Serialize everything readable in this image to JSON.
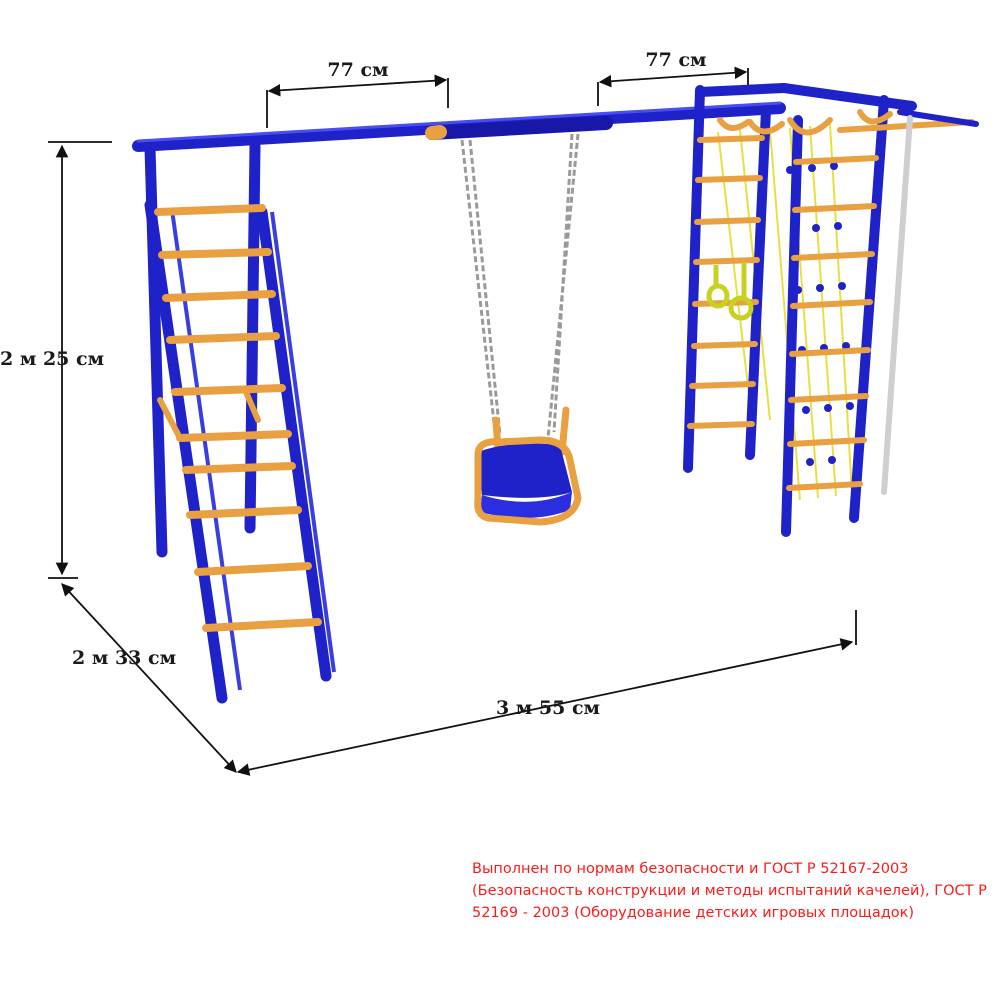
{
  "dimensions": {
    "top_left_span": "77 см",
    "top_right_span": "77 см",
    "height": "2 м 25 см",
    "depth": "2 м 33 см",
    "length": "3 м 55 см"
  },
  "note": "Выполнен по нормам безопасности и ГОСТ Р 52167-2003 (Безопасность конструкции и методы испытаний качелей), ГОСТ Р 52169 - 2003 (Оборудование детских игровых площадок)",
  "colors": {
    "frame": "#1e22c8",
    "rungs": "#e8a040",
    "net": "#e8e040",
    "rope": "#cfcfcf",
    "chain": "#9a9a9a",
    "note_text": "#ff1a1a"
  }
}
